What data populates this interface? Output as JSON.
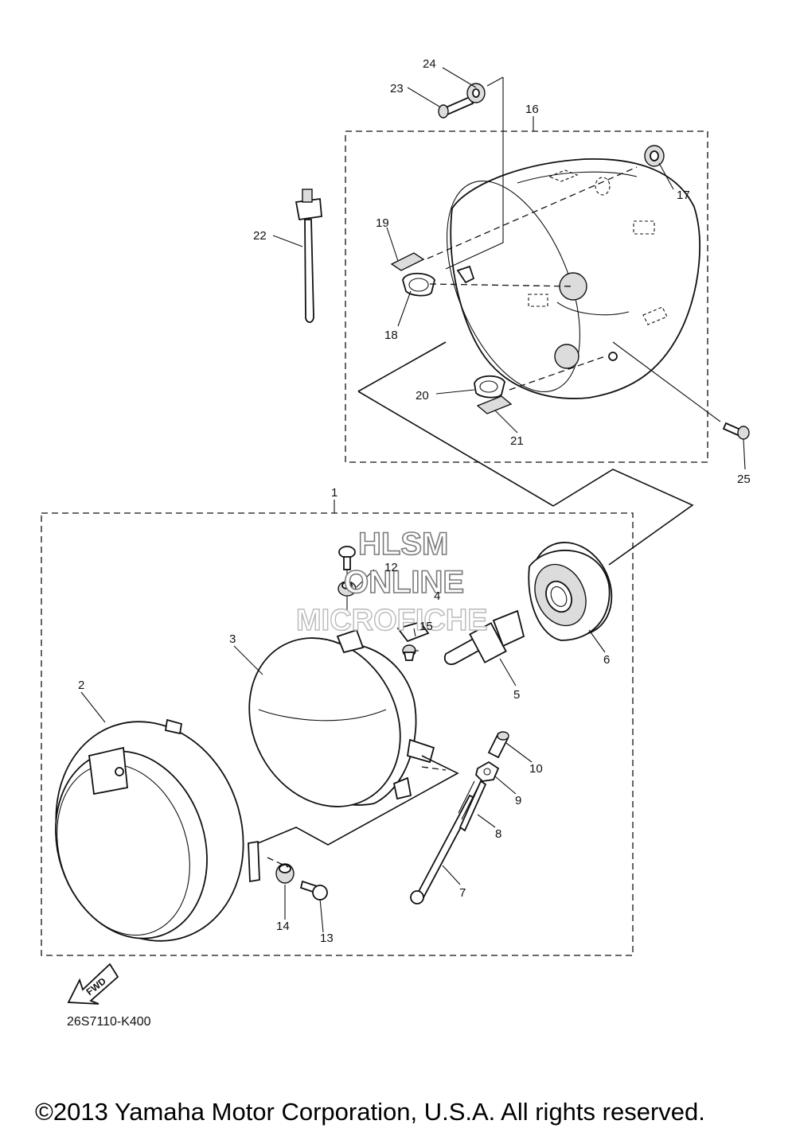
{
  "callouts": [
    {
      "id": "1",
      "text": "1"
    },
    {
      "id": "2",
      "text": "2"
    },
    {
      "id": "3",
      "text": "3"
    },
    {
      "id": "4",
      "text": "4"
    },
    {
      "id": "5",
      "text": "5"
    },
    {
      "id": "6",
      "text": "6"
    },
    {
      "id": "7",
      "text": "7"
    },
    {
      "id": "8",
      "text": "8"
    },
    {
      "id": "9",
      "text": "9"
    },
    {
      "id": "10",
      "text": "10"
    },
    {
      "id": "12",
      "text": "12"
    },
    {
      "id": "13",
      "text": "13"
    },
    {
      "id": "14",
      "text": "14"
    },
    {
      "id": "15",
      "text": "15"
    },
    {
      "id": "16",
      "text": "16"
    },
    {
      "id": "17",
      "text": "17"
    },
    {
      "id": "18",
      "text": "18"
    },
    {
      "id": "19",
      "text": "19"
    },
    {
      "id": "20",
      "text": "20"
    },
    {
      "id": "21",
      "text": "21"
    },
    {
      "id": "22",
      "text": "22"
    },
    {
      "id": "23",
      "text": "23"
    },
    {
      "id": "24",
      "text": "24"
    },
    {
      "id": "25",
      "text": "25"
    }
  ],
  "watermark": {
    "line1": "HLSM",
    "line2": "ONLINE",
    "line3": "MICROFICHE"
  },
  "fwd_label": "FWD",
  "diagram_code": "26S7110-K400",
  "copyright": "©2013 Yamaha Motor Corporation, U.S.A. All rights reserved."
}
